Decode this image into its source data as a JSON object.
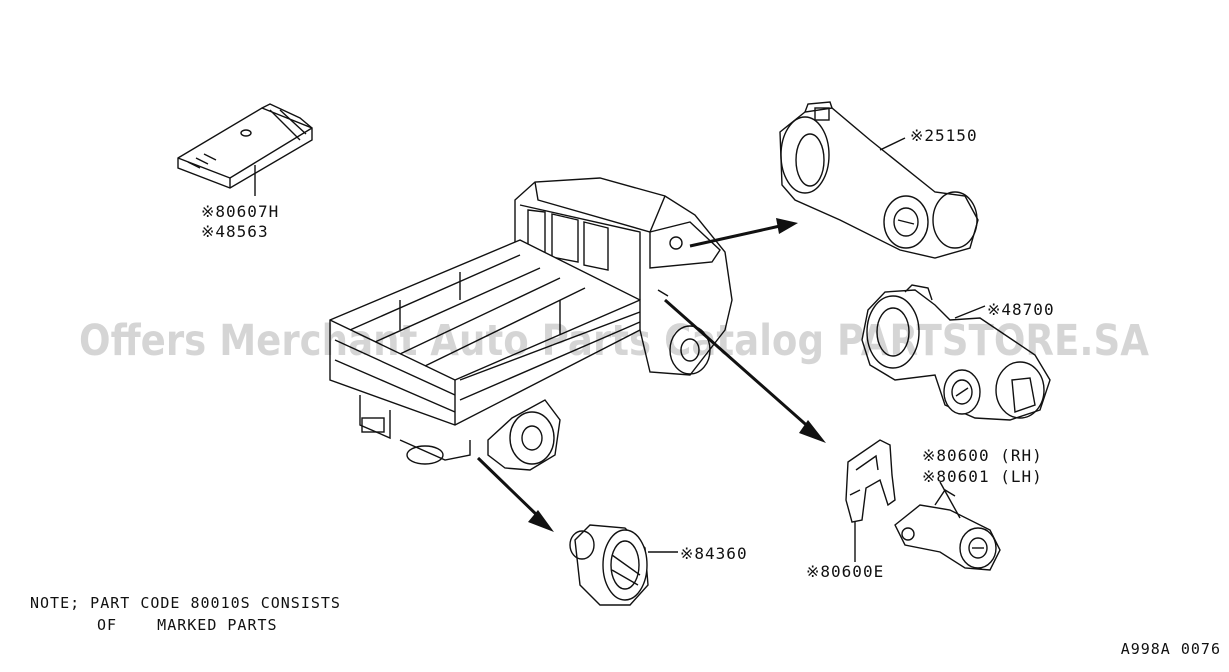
{
  "diagram": {
    "labels": {
      "p80607h": "※80607H",
      "p48563": "※48563",
      "p25150": "※25150",
      "p48700": "※48700",
      "p80600": "※80600 (RH)",
      "p80601": "※80601 (LH)",
      "p84360": "※84360",
      "p80600e": "※80600E"
    },
    "note_line1": "NOTE; PART CODE 80010S CONSISTS",
    "note_line2": "OF    MARKED PARTS",
    "figure_code": "A998A 0076",
    "watermark": "Offers Merchant Auto Parts Catalog PARTSTORE.SA"
  },
  "colors": {
    "ink": "#111111",
    "paper": "#ffffff",
    "watermark": "#000000"
  }
}
